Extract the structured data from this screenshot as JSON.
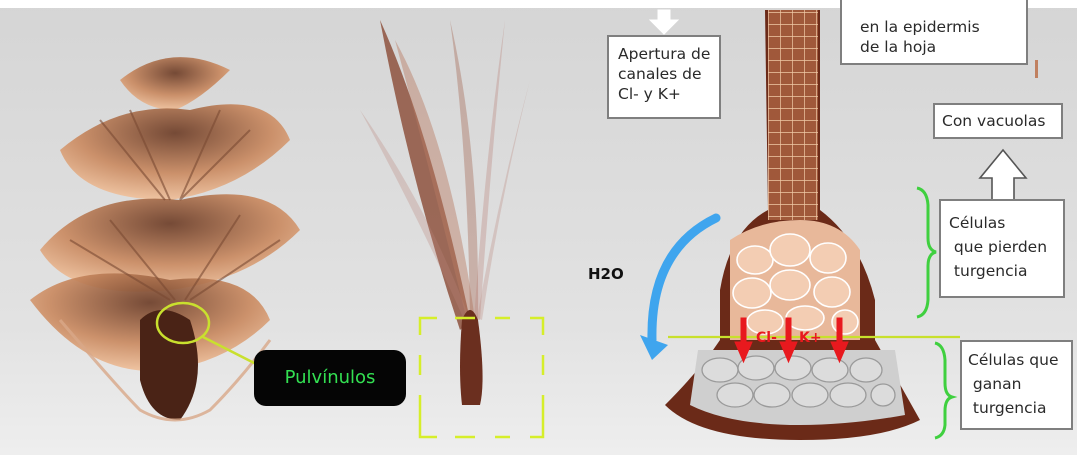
{
  "labels": {
    "top_left_box": [
      "Apertura de",
      "canales de",
      "Cl- y K+"
    ],
    "top_right_box": [
      "en la epidermis",
      "de la hoja"
    ],
    "vacuolas_box": "Con vacuolas",
    "pierden_box": [
      "Células",
      " que pierden",
      " turgencia"
    ],
    "ganan_box": [
      "Células que",
      " ganan",
      " turgencia"
    ],
    "pulvinulos": "Pulvínulos",
    "water": "H2O",
    "ion_cl": "Cl-",
    "ion_k": "K+"
  },
  "colors": {
    "arrow_red": "#e8191e",
    "arrow_blue": "#3fa5ee",
    "brace_green": "#3fd03f",
    "marker_yellow": "#d6ee2a",
    "pulvinulos_text": "#33e052",
    "pulvinulos_bg": "#050505"
  }
}
